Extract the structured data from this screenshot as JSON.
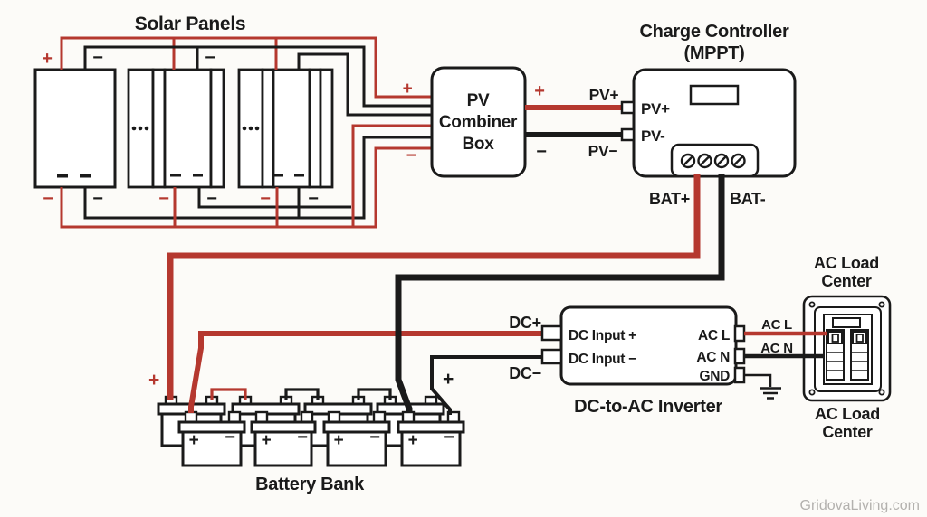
{
  "solar": {
    "title": "Solar Panels",
    "plus": "+",
    "minus": "−"
  },
  "combiner": {
    "name_line1": "PV",
    "name_line2": "Combiner",
    "name_line3": "Box",
    "input_plus": "+",
    "input_minus": "−",
    "output_plus": "+",
    "output_minus": "−",
    "pv_plus": "PV+",
    "pv_minus": "PV−"
  },
  "controller": {
    "title_line1": "Charge Controller",
    "title_line2": "(MPPT)",
    "pv_plus": "PV+",
    "pv_minus": "PV-",
    "bat_plus": "BAT+",
    "bat_minus": "BAT-"
  },
  "battery": {
    "title": "Battery Bank",
    "feed_plus": "+",
    "right_plus": "+",
    "cell_plus": "+",
    "cell_minus": "−"
  },
  "inverter": {
    "title": "DC-to-AC Inverter",
    "dc_plus": "DC+",
    "dc_minus": "DC−",
    "input_plus": "DC Input +",
    "input_minus": "DC Input −",
    "ac_l": "AC L",
    "ac_n": "AC N",
    "gnd": "GND",
    "wire_ac_l": "AC L",
    "wire_ac_n": "AC N"
  },
  "load_center": {
    "title_top_line1": "AC Load",
    "title_top_line2": "Center",
    "title_bottom_line1": "AC Load",
    "title_bottom_line2": "Center"
  },
  "watermark": "GridovaLiving.com",
  "colors": {
    "wire_red": "#b5382f",
    "wire_black": "#1a1a1a",
    "background": "#fcfbf8",
    "watermark_gray": "#b3b1ae"
  }
}
